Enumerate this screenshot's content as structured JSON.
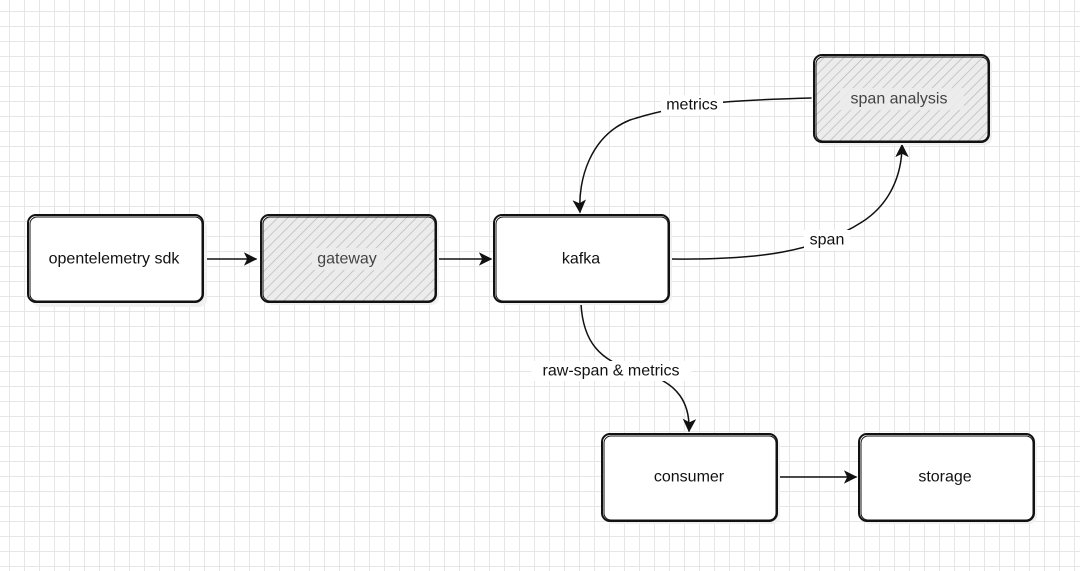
{
  "nodes": {
    "sdk": {
      "label": "opentelemetry sdk",
      "style": "plain"
    },
    "gateway": {
      "label": "gateway",
      "style": "hatched"
    },
    "kafka": {
      "label": "kafka",
      "style": "plain"
    },
    "span_analysis": {
      "label": "span analysis",
      "style": "hatched"
    },
    "consumer": {
      "label": "consumer",
      "style": "plain"
    },
    "storage": {
      "label": "storage",
      "style": "plain"
    }
  },
  "edges": [
    {
      "from": "sdk",
      "to": "gateway",
      "label": ""
    },
    {
      "from": "gateway",
      "to": "kafka",
      "label": ""
    },
    {
      "from": "kafka",
      "to": "span_analysis",
      "label": "span"
    },
    {
      "from": "span_analysis",
      "to": "kafka",
      "label": "metrics"
    },
    {
      "from": "kafka",
      "to": "consumer",
      "label": "raw-span & metrics"
    },
    {
      "from": "consumer",
      "to": "storage",
      "label": ""
    }
  ],
  "edge_labels": {
    "metrics": "metrics",
    "span": "span",
    "raw": "raw-span & metrics"
  },
  "colors": {
    "stroke": "#111111",
    "hatched_fill": "#e8e8e8",
    "hatch_line": "#b5b5b5",
    "plain_fill": "#ffffff",
    "grid": "#e6e6e6"
  }
}
